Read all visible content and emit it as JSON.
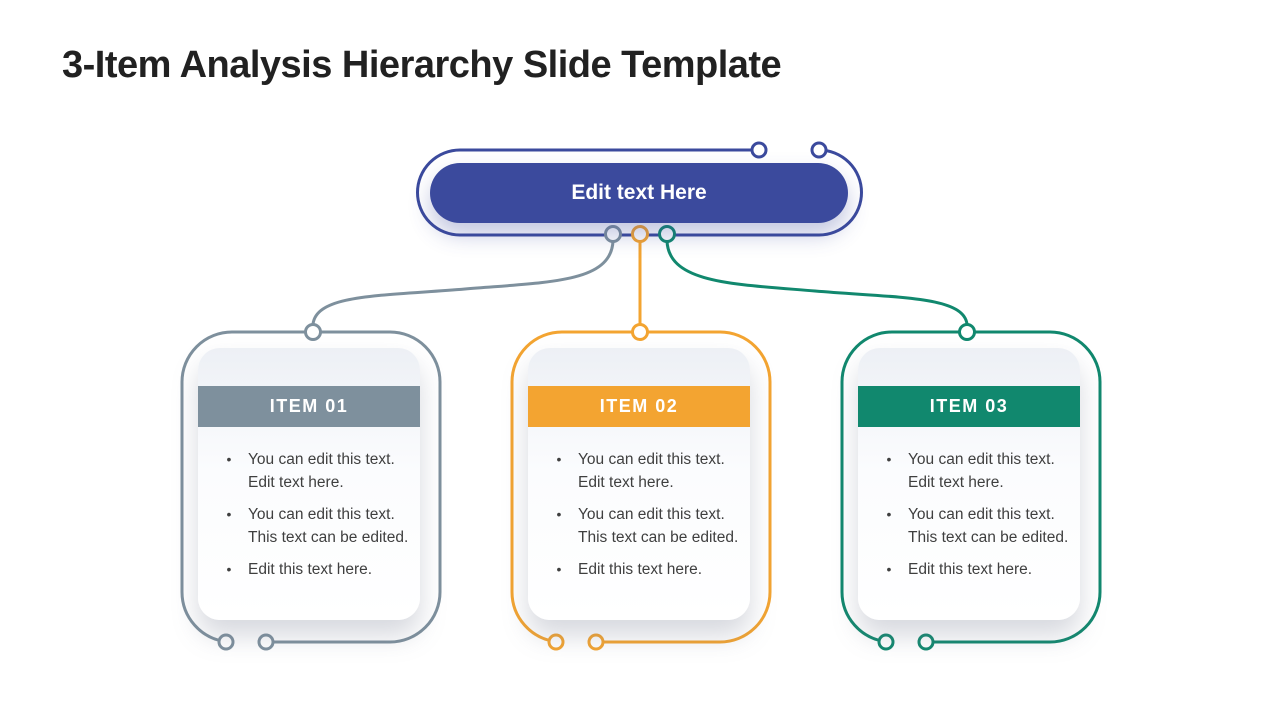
{
  "slide": {
    "title": "3-Item Analysis Hierarchy Slide Template",
    "bullet_char": "•",
    "root": {
      "label": "Edit text Here",
      "color": "#3B4A9D"
    },
    "items": [
      {
        "title": "ITEM 01",
        "color": "#7E909D",
        "bullets": [
          "You can edit this text. Edit text here.",
          "You can edit this text. This text can be edited.",
          "Edit this text here."
        ]
      },
      {
        "title": "ITEM 02",
        "color": "#F3A431",
        "bullets": [
          "You can edit this text. Edit text here.",
          "You can edit this text. This text can be edited.",
          "Edit this text here."
        ]
      },
      {
        "title": "ITEM 03",
        "color": "#11886E",
        "bullets": [
          "You can edit this text. Edit text here.",
          "You can edit this text. This text can be edited.",
          "Edit this text here."
        ]
      }
    ],
    "colors": {
      "blue": "#3B4A9D",
      "gray": "#7E909D",
      "orange": "#F3A431",
      "teal": "#11886E",
      "title_text": "#212121",
      "body_text": "#3F3F3F"
    }
  }
}
